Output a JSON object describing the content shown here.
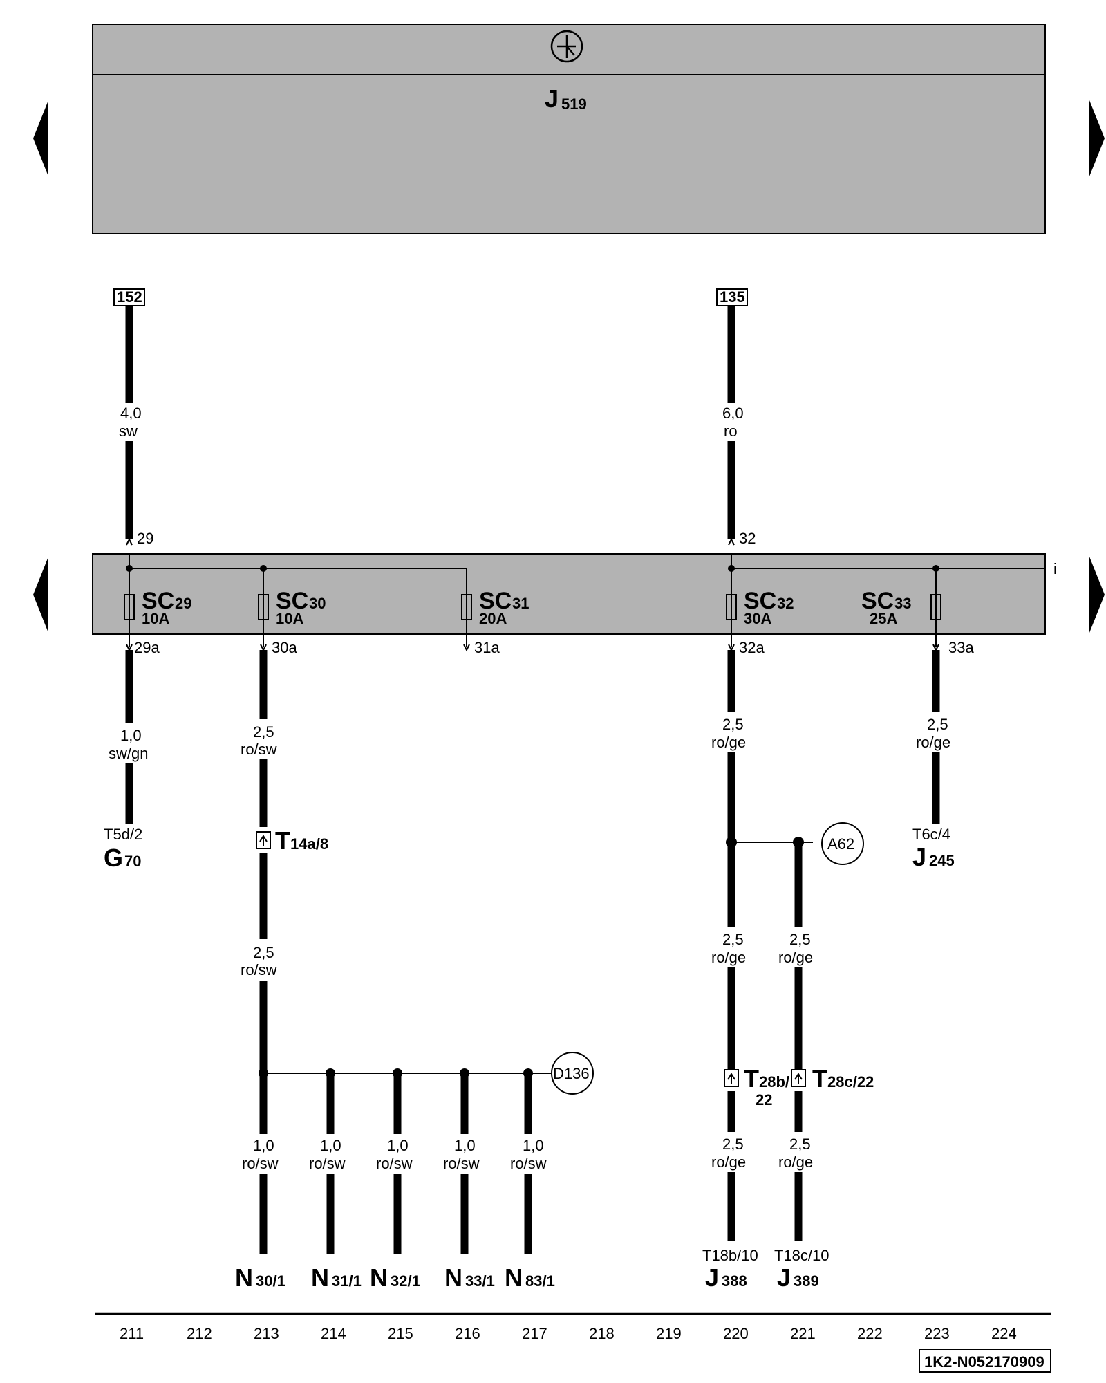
{
  "title_box": {
    "label": "J",
    "sub": "519"
  },
  "relay_box": {
    "row_label": "i"
  },
  "refs": [
    {
      "id": "ref-152",
      "text": "152"
    },
    {
      "id": "ref-135",
      "text": "135"
    }
  ],
  "wire_specs": [
    {
      "id": "w1",
      "gauge": "4,0",
      "color": "sw"
    },
    {
      "id": "w2",
      "gauge": "6,0",
      "color": "ro"
    },
    {
      "id": "w3",
      "gauge": "1,0",
      "color": "sw/gn"
    },
    {
      "id": "w4",
      "gauge": "2,5",
      "color": "ro/sw"
    },
    {
      "id": "w5",
      "gauge": "2,5",
      "color": "ro/sw"
    },
    {
      "id": "w6",
      "gauge": "2,5",
      "color": "ro/ge"
    },
    {
      "id": "w7",
      "gauge": "2,5",
      "color": "ro/ge"
    },
    {
      "id": "w8",
      "gauge": "2,5",
      "color": "ro/ge"
    },
    {
      "id": "w9",
      "gauge": "2,5",
      "color": "ro/ge"
    },
    {
      "id": "w10",
      "gauge": "2,5",
      "color": "ro/ge"
    },
    {
      "id": "w11",
      "gauge": "2,5",
      "color": "ro/ge"
    },
    {
      "id": "w12",
      "gauge": "1,0",
      "color": "ro/sw"
    },
    {
      "id": "w13",
      "gauge": "1,0",
      "color": "ro/sw"
    },
    {
      "id": "w14",
      "gauge": "1,0",
      "color": "ro/sw"
    },
    {
      "id": "w15",
      "gauge": "1,0",
      "color": "ro/sw"
    },
    {
      "id": "w16",
      "gauge": "1,0",
      "color": "ro/sw"
    }
  ],
  "pins": {
    "p29": "29",
    "p32": "32",
    "p29a": "29a",
    "p30a": "30a",
    "p31a": "31a",
    "p32a": "32a",
    "p33a": "33a"
  },
  "fuses": [
    {
      "id": "sc29",
      "name": "SC",
      "num": "29",
      "amp": "10A"
    },
    {
      "id": "sc30",
      "name": "SC",
      "num": "30",
      "amp": "10A"
    },
    {
      "id": "sc31",
      "name": "SC",
      "num": "31",
      "amp": "20A"
    },
    {
      "id": "sc32",
      "name": "SC",
      "num": "32",
      "amp": "30A"
    },
    {
      "id": "sc33",
      "name": "SC",
      "num": "33",
      "amp": "25A"
    }
  ],
  "connectors": {
    "t14a": {
      "name": "T",
      "sub": "14a/8"
    },
    "t28b": {
      "name": "T",
      "sub": "28b/",
      "sub2": "22"
    },
    "t28c": {
      "name": "T",
      "sub": "28c/22"
    }
  },
  "splices": {
    "a62": "A62",
    "d136": "D136"
  },
  "components": [
    {
      "id": "g70",
      "pin": "T5d/2",
      "name": "G",
      "sub": "70"
    },
    {
      "id": "j245",
      "pin": "T6c/4",
      "name": "J",
      "sub": "245"
    },
    {
      "id": "n30",
      "name": "N",
      "sub": "30/1"
    },
    {
      "id": "n31",
      "name": "N",
      "sub": "31/1"
    },
    {
      "id": "n32",
      "name": "N",
      "sub": "32/1"
    },
    {
      "id": "n33",
      "name": "N",
      "sub": "33/1"
    },
    {
      "id": "n83",
      "name": "N",
      "sub": "83/1"
    },
    {
      "id": "j388",
      "pin": "T18b/10",
      "name": "J",
      "sub": "388"
    },
    {
      "id": "j389",
      "pin": "T18c/10",
      "name": "J",
      "sub": "389"
    }
  ],
  "columns": [
    "211",
    "212",
    "213",
    "214",
    "215",
    "216",
    "217",
    "218",
    "219",
    "220",
    "221",
    "222",
    "223",
    "224"
  ],
  "diagram_code": "1K2-N052170909"
}
